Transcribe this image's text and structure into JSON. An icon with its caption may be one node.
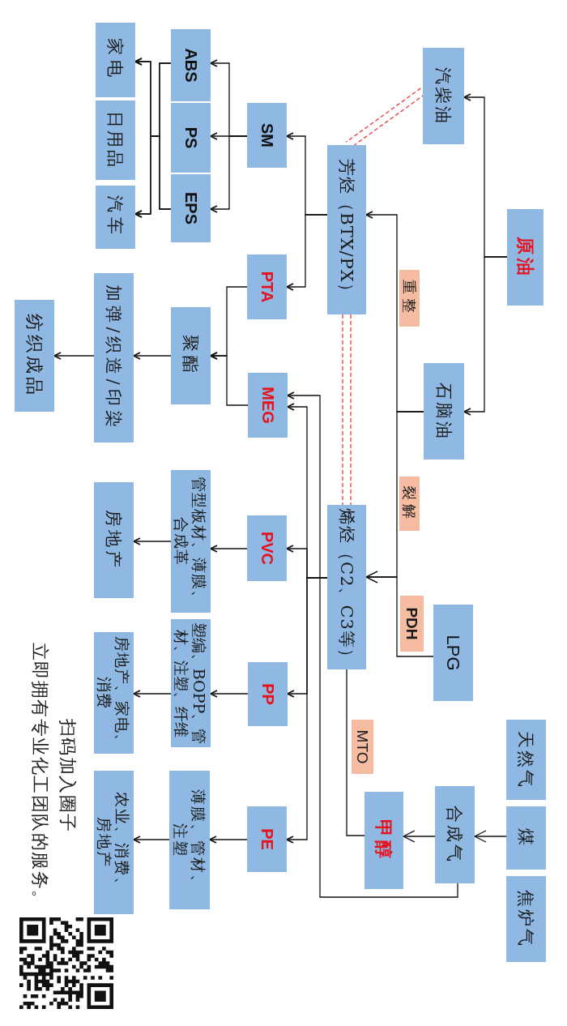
{
  "diagram": {
    "nodes": [
      {
        "text": [
          "原油"
        ]
      },
      {
        "text": [
          "汽柴油"
        ]
      },
      {
        "text": [
          "石脑油"
        ]
      },
      {
        "text": [
          "LPG"
        ]
      },
      {
        "text": [
          "天然气"
        ]
      },
      {
        "text": [
          "煤"
        ]
      },
      {
        "text": [
          "焦炉气"
        ]
      },
      {
        "text": [
          "芳烃（BTX/PX）"
        ]
      },
      {
        "text": [
          "烯烃（C2、C3等）"
        ]
      },
      {
        "text": [
          "合成气"
        ]
      },
      {
        "text": [
          "甲醇"
        ]
      },
      {
        "text": [
          "SM"
        ]
      },
      {
        "text": [
          "PTA"
        ]
      },
      {
        "text": [
          "MEG"
        ]
      },
      {
        "text": [
          "PVC"
        ]
      },
      {
        "text": [
          "PP"
        ]
      },
      {
        "text": [
          "PE"
        ]
      },
      {
        "text": [
          "ABS"
        ]
      },
      {
        "text": [
          "PS"
        ]
      },
      {
        "text": [
          "EPS"
        ]
      },
      {
        "text": [
          "聚酯"
        ]
      },
      {
        "text": [
          "管型板材、薄膜、合成革"
        ]
      },
      {
        "text": [
          "塑编、BOPP、管材、注塑、纤维"
        ]
      },
      {
        "text": [
          "薄膜、管材、注塑"
        ]
      },
      {
        "text": [
          "家电"
        ]
      },
      {
        "text": [
          "日用品"
        ]
      },
      {
        "text": [
          "汽车"
        ]
      },
      {
        "text": [
          "加弹/织造/印染"
        ]
      },
      {
        "text": [
          "房地产"
        ]
      },
      {
        "text": [
          "房地产、家电、消费"
        ]
      },
      {
        "text": [
          "农业、消费、房地产"
        ]
      },
      {
        "text": [
          "纺织成品"
        ]
      }
    ],
    "edges": [
      {
        "from": 0,
        "to": 1,
        "arrow": "to"
      },
      {
        "from": 0,
        "to": 2,
        "arrow": "to"
      },
      {
        "from": 2,
        "to": 7,
        "arrow": "to",
        "label": "重整"
      },
      {
        "from": 2,
        "to": 8,
        "arrow": "to",
        "label": "裂解"
      },
      {
        "from": 3,
        "to": 8,
        "arrow": "to",
        "label": "PDH"
      },
      {
        "from": 10,
        "to": 8,
        "arrow": "none",
        "label": "MTO"
      },
      {
        "from": 5,
        "to": 9,
        "arrow": "to"
      },
      {
        "from": 9,
        "to": 10,
        "arrow": "to"
      },
      {
        "from": 9,
        "to": 13,
        "arrow": "to"
      },
      {
        "from": 1,
        "to": 7,
        "arrow": "none",
        "style": "dashed",
        "color": "#e8383d"
      },
      {
        "from": 7,
        "to": 8,
        "arrow": "none",
        "style": "dashed",
        "color": "#e8383d"
      },
      {
        "from": 7,
        "to": 11,
        "arrow": "to"
      },
      {
        "from": 7,
        "to": 12,
        "arrow": "to"
      },
      {
        "from": 11,
        "to": 17,
        "arrow": "to"
      },
      {
        "from": 11,
        "to": 18,
        "arrow": "to"
      },
      {
        "from": 11,
        "to": 19,
        "arrow": "to"
      },
      {
        "from": 17,
        "to": 24,
        "arrow": "to"
      },
      {
        "from": 17,
        "to": 26,
        "arrow": "to"
      },
      {
        "from": 19,
        "to": 24,
        "arrow": "to"
      },
      {
        "from": 19,
        "to": 26,
        "arrow": "to"
      },
      {
        "from": 12,
        "to": 20,
        "arrow": "to"
      },
      {
        "from": 13,
        "to": 20,
        "arrow": "to"
      },
      {
        "from": 20,
        "to": 27,
        "arrow": "to"
      },
      {
        "from": 27,
        "to": 31,
        "arrow": "to"
      },
      {
        "from": 8,
        "to": 13,
        "arrow": "to"
      },
      {
        "from": 8,
        "to": 14,
        "arrow": "to"
      },
      {
        "from": 8,
        "to": 15,
        "arrow": "to"
      },
      {
        "from": 8,
        "to": 16,
        "arrow": "to"
      },
      {
        "from": 14,
        "to": 21,
        "arrow": "to"
      },
      {
        "from": 21,
        "to": 28,
        "arrow": "to"
      },
      {
        "from": 15,
        "to": 22,
        "arrow": "to"
      },
      {
        "from": 22,
        "to": 29,
        "arrow": "to"
      },
      {
        "from": 16,
        "to": 23,
        "arrow": "to"
      },
      {
        "from": 23,
        "to": 30,
        "arrow": "to"
      }
    ],
    "labels": [
      "扫码加入圈子",
      "立即拥有专业化工团队的服务。"
    ]
  }
}
